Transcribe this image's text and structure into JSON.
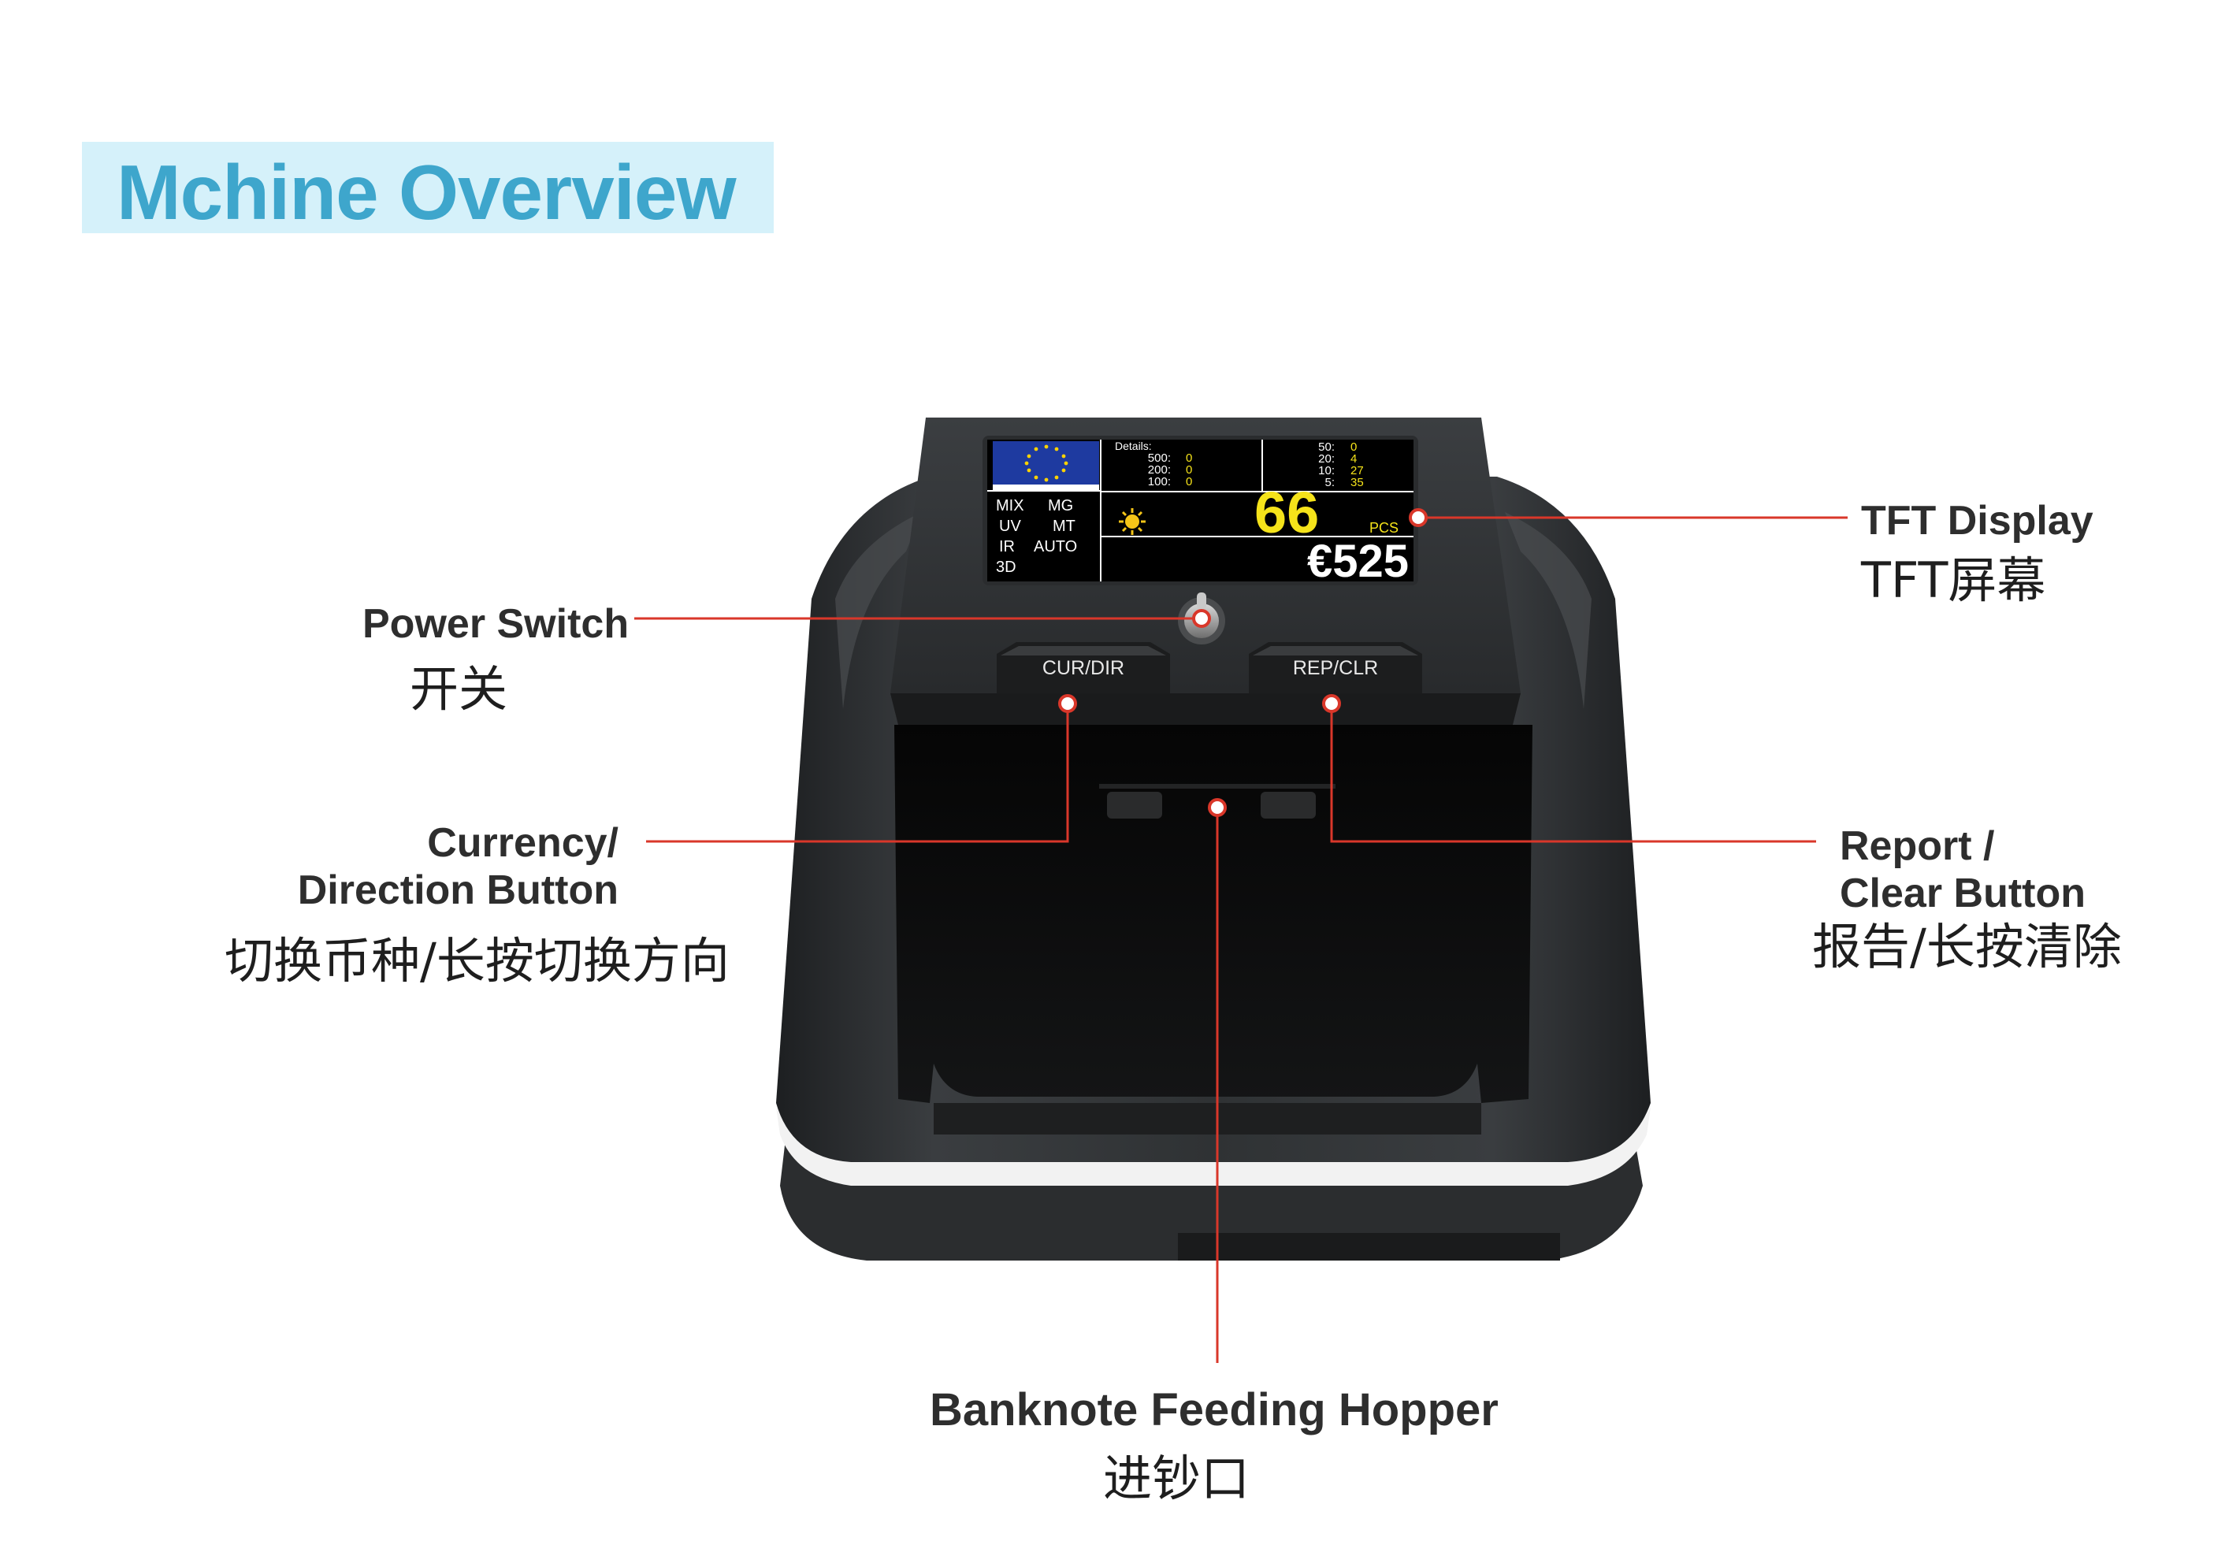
{
  "header": {
    "title": "Mchine Overview"
  },
  "display": {
    "details_label": "Details:",
    "left_denoms": [
      {
        "label": "500:",
        "value": "0"
      },
      {
        "label": "200:",
        "value": "0"
      },
      {
        "label": "100:",
        "value": "0"
      }
    ],
    "right_denoms": [
      {
        "label": "50:",
        "value": "0"
      },
      {
        "label": "20:",
        "value": "4"
      },
      {
        "label": "10:",
        "value": "27"
      },
      {
        "label": "5:",
        "value": "35"
      }
    ],
    "modes": [
      "MIX",
      "MG",
      "UV",
      "MT",
      "IR",
      "AUTO",
      "3D"
    ],
    "count": "66",
    "count_unit": "PCS",
    "total": "€525"
  },
  "device_buttons": {
    "left": "CUR/DIR",
    "right": "REP/CLR"
  },
  "callouts": {
    "tft": {
      "en": "TFT Display",
      "zh": "TFT屏幕"
    },
    "power": {
      "en": "Power Switch",
      "zh": "开关"
    },
    "currency": {
      "en_line1": "Currency/",
      "en_line2": "Direction Button",
      "zh": "切换币种/长按切换方向"
    },
    "report": {
      "en_line1": "Report /",
      "en_line2": "Clear Button",
      "zh": "报告/长按清除"
    },
    "hopper": {
      "en": "Banknote Feeding Hopper",
      "zh": "进钞口"
    }
  },
  "colors": {
    "title_bg": "#d5f1fa",
    "title_text": "#3ea6cc",
    "callout_line": "#d9372a",
    "device_body": "#2e3133",
    "screen_yellow": "#f5e31a"
  }
}
